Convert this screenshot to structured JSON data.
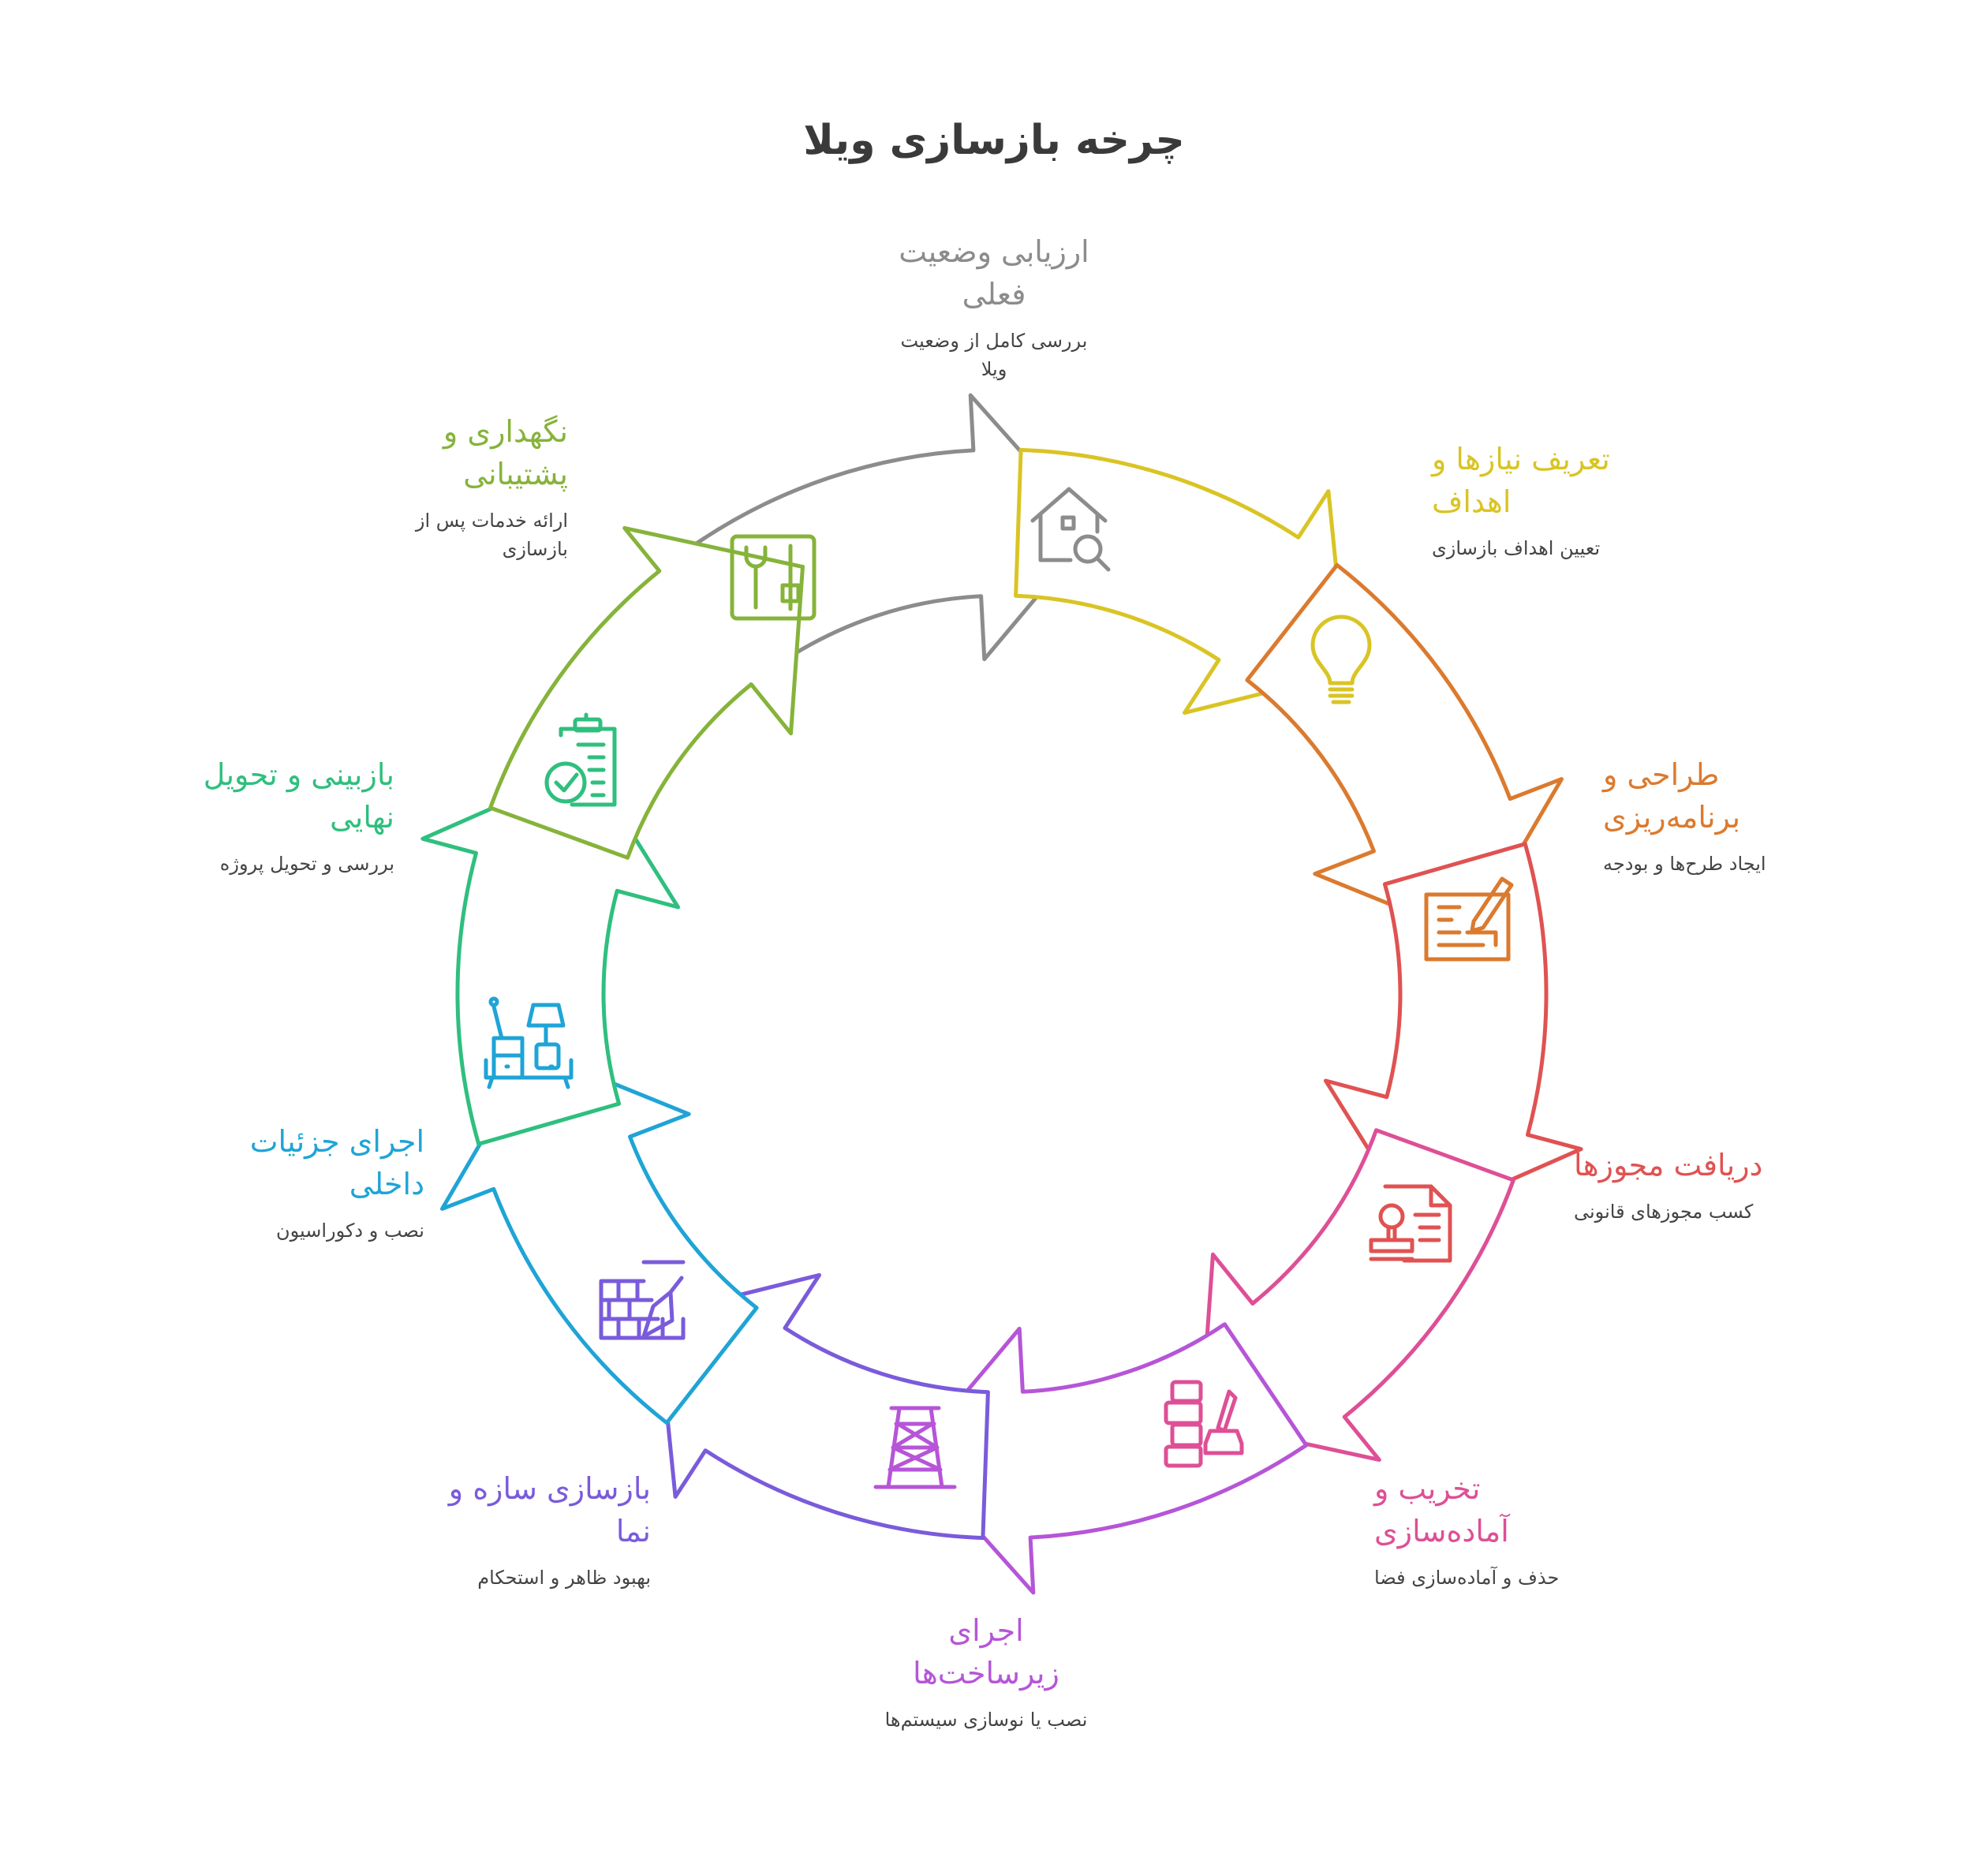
{
  "title": "چرخه بازسازی ویلا",
  "steps": [
    {
      "title": "ارزیابی وضعیت\nفعلی",
      "desc": "بررسی کامل از وضعیت\nویلا",
      "color": "#8c8c8c",
      "icon": "house-search-icon"
    },
    {
      "title": "تعریف نیازها و\nاهداف",
      "desc": "تعیین اهداف بازسازی",
      "color": "#d9c424",
      "icon": "lightbulb-icon"
    },
    {
      "title": "طراحی و\nبرنامه‌ریزی",
      "desc": "ایجاد طرح‌ها و بودجه",
      "color": "#db7a2e",
      "icon": "blueprint-pencil-icon"
    },
    {
      "title": "دریافت مجوزها",
      "desc": "کسب مجوزهای قانونی",
      "color": "#e05252",
      "icon": "document-stamp-icon"
    },
    {
      "title": "تخریب و\nآماده‌سازی",
      "desc": "حذف و آماده‌سازی فضا",
      "color": "#de4f96",
      "icon": "demolition-icon"
    },
    {
      "title": "اجرای\nزیرساخت‌ها",
      "desc": "نصب یا نوسازی سیستم‌ها",
      "color": "#b655d8",
      "icon": "tower-icon"
    },
    {
      "title": "بازسازی سازه و\nنما",
      "desc": "بهبود ظاهر و استحکام",
      "color": "#7a5bdb",
      "icon": "brick-wall-trowel-icon"
    },
    {
      "title": "اجرای جزئیات\nداخلی",
      "desc": "نصب و دکوراسیون",
      "color": "#1fa4d6",
      "icon": "furniture-icon"
    },
    {
      "title": "بازبینی و تحویل\nنهایی",
      "desc": "بررسی و تحویل پروژه",
      "color": "#2fbf7e",
      "icon": "clipboard-check-icon"
    },
    {
      "title": "نگهداری و\nپشتیبانی",
      "desc": "ارائه خدمات پس از\nبازسازی",
      "color": "#86b33a",
      "icon": "wrench-slider-icon"
    }
  ]
}
